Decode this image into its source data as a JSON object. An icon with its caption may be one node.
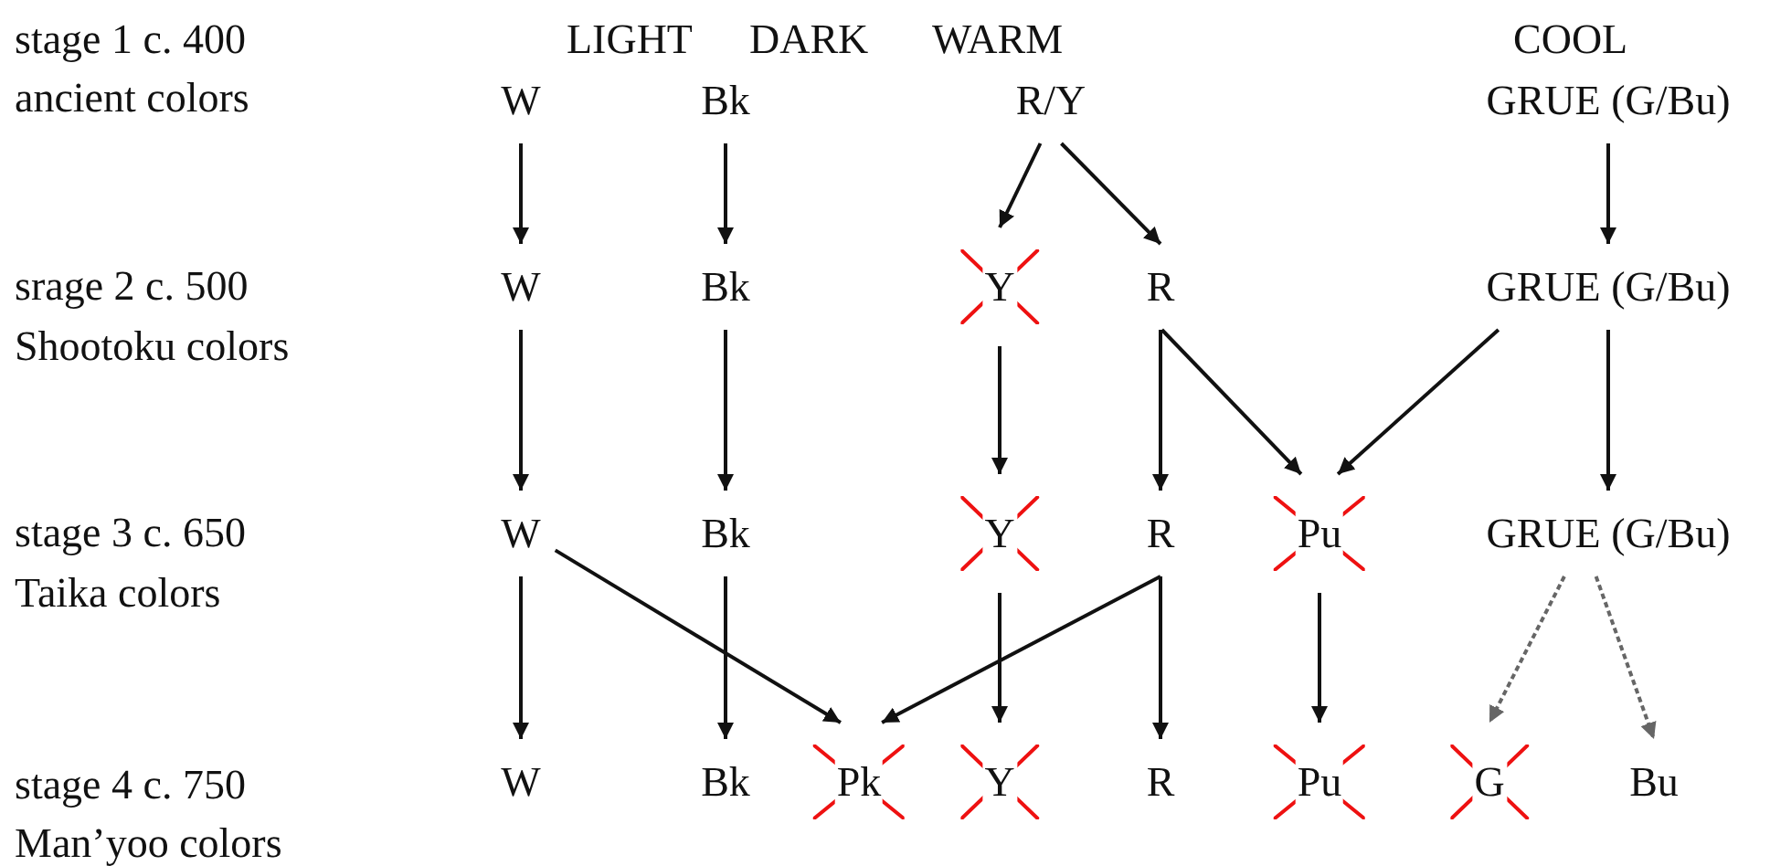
{
  "diagram": {
    "nodes": [
      {
        "text": [
          "W"
        ]
      },
      {
        "text": [
          "Bk"
        ]
      },
      {
        "text": [
          "R/Y"
        ]
      },
      {
        "text": [
          "GRUE (G/Bu)"
        ]
      },
      {
        "text": [
          "W"
        ]
      },
      {
        "text": [
          "Bk"
        ]
      },
      {
        "text": [
          "Y"
        ]
      },
      {
        "text": [
          "R"
        ]
      },
      {
        "text": [
          "GRUE (G/Bu)"
        ]
      },
      {
        "text": [
          "W"
        ]
      },
      {
        "text": [
          "Bk"
        ]
      },
      {
        "text": [
          "Y"
        ]
      },
      {
        "text": [
          "R"
        ]
      },
      {
        "text": [
          "Pu"
        ]
      },
      {
        "text": [
          "GRUE (G/Bu)"
        ]
      },
      {
        "text": [
          "W"
        ]
      },
      {
        "text": [
          "Bk"
        ]
      },
      {
        "text": [
          "Pk"
        ]
      },
      {
        "text": [
          "Y"
        ]
      },
      {
        "text": [
          "R"
        ]
      },
      {
        "text": [
          "Pu"
        ]
      },
      {
        "text": [
          "G"
        ]
      },
      {
        "text": [
          "Bu"
        ]
      }
    ],
    "edges": [
      {
        "from": 0,
        "to": 4,
        "arrow": "to"
      },
      {
        "from": 1,
        "to": 5,
        "arrow": "to"
      },
      {
        "from": 2,
        "to": 6,
        "arrow": "to"
      },
      {
        "from": 2,
        "to": 7,
        "arrow": "to"
      },
      {
        "from": 3,
        "to": 8,
        "arrow": "to"
      },
      {
        "from": 4,
        "to": 9,
        "arrow": "to"
      },
      {
        "from": 5,
        "to": 10,
        "arrow": "to"
      },
      {
        "from": 6,
        "to": 11,
        "arrow": "to"
      },
      {
        "from": 7,
        "to": 12,
        "arrow": "to"
      },
      {
        "from": 7,
        "to": 13,
        "arrow": "to"
      },
      {
        "from": 8,
        "to": 13,
        "arrow": "to"
      },
      {
        "from": 8,
        "to": 14,
        "arrow": "to"
      },
      {
        "from": 9,
        "to": 15,
        "arrow": "to"
      },
      {
        "from": 9,
        "to": 17,
        "arrow": "to"
      },
      {
        "from": 10,
        "to": 16,
        "arrow": "to"
      },
      {
        "from": 11,
        "to": 18,
        "arrow": "to"
      },
      {
        "from": 12,
        "to": 19,
        "arrow": "to"
      },
      {
        "from": 12,
        "to": 17,
        "arrow": "to"
      },
      {
        "from": 13,
        "to": 20,
        "arrow": "to"
      },
      {
        "from": 14,
        "to": 21,
        "arrow": "to",
        "style": "dashed",
        "color": "#666666"
      },
      {
        "from": 14,
        "to": 22,
        "arrow": "to",
        "style": "dashed",
        "color": "#666666"
      }
    ],
    "labels": [
      "stage 1 c. 400",
      "LIGHT",
      "DARK",
      "WARM",
      "COOL",
      "ancient colors",
      "srage 2 c. 500",
      "Shootoku colors",
      "stage 3 c. 650",
      "Taika colors",
      "stage 4 c. 750",
      "Man’yoo colors"
    ]
  }
}
